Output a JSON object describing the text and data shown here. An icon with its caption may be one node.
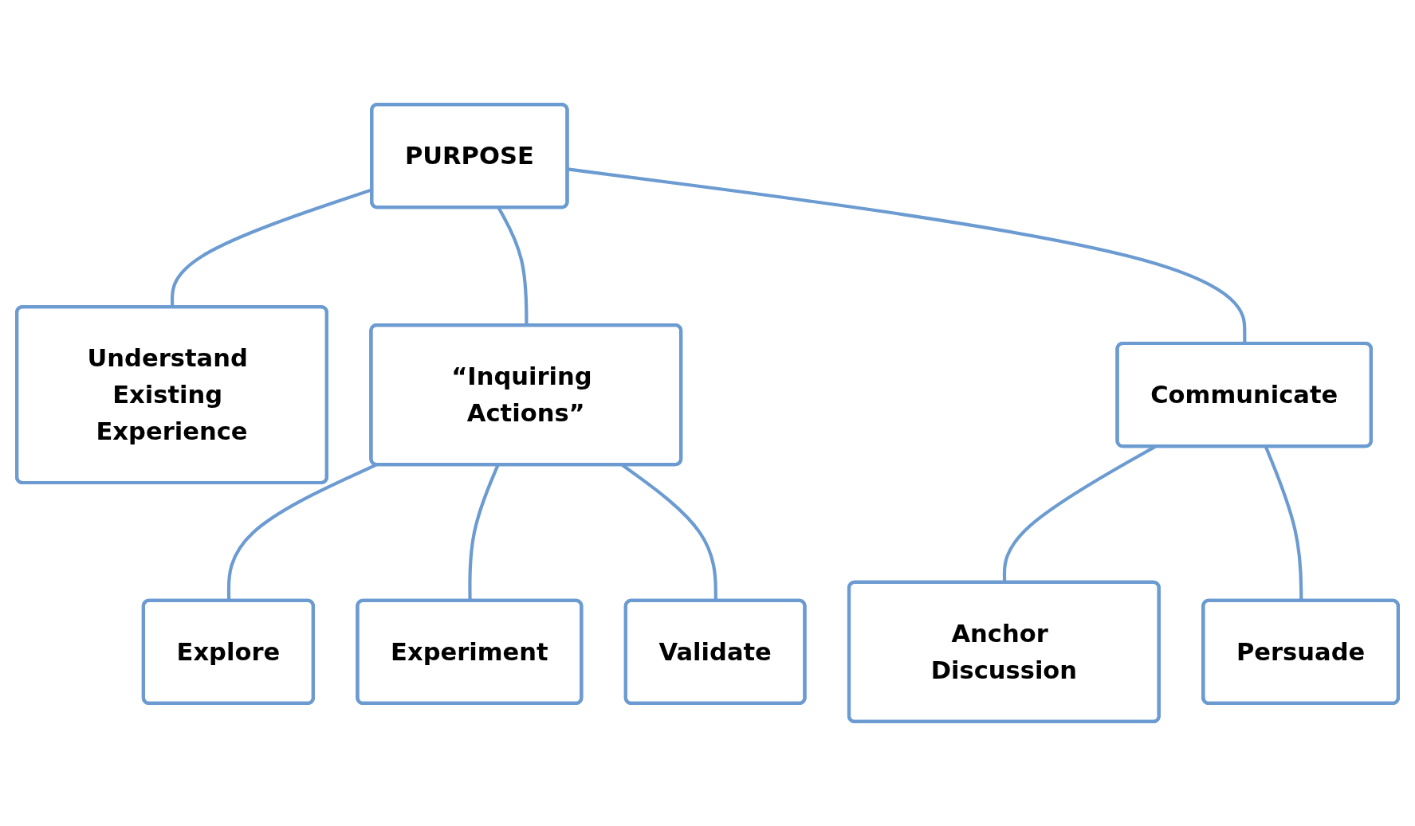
{
  "diagram": {
    "nodes": [
      {
        "text": [
          "PURPOSE"
        ]
      },
      {
        "text": [
          "Understand Existing Experience"
        ]
      },
      {
        "text": [
          "“Inquiring Actions”"
        ]
      },
      {
        "text": [
          "Communicate"
        ]
      },
      {
        "text": [
          "Explore"
        ]
      },
      {
        "text": [
          "Experiment"
        ]
      },
      {
        "text": [
          "Validate"
        ]
      },
      {
        "text": [
          "Anchor Discussion"
        ]
      },
      {
        "text": [
          "Persuade"
        ]
      }
    ],
    "edges": [
      {
        "from": 0,
        "to": 1,
        "arrow": "none"
      },
      {
        "from": 0,
        "to": 2,
        "arrow": "none"
      },
      {
        "from": 0,
        "to": 3,
        "arrow": "none"
      },
      {
        "from": 2,
        "to": 4,
        "arrow": "none"
      },
      {
        "from": 2,
        "to": 5,
        "arrow": "none"
      },
      {
        "from": 2,
        "to": 6,
        "arrow": "none"
      },
      {
        "from": 3,
        "to": 7,
        "arrow": "none"
      },
      {
        "from": 3,
        "to": 8,
        "arrow": "none"
      }
    ]
  }
}
